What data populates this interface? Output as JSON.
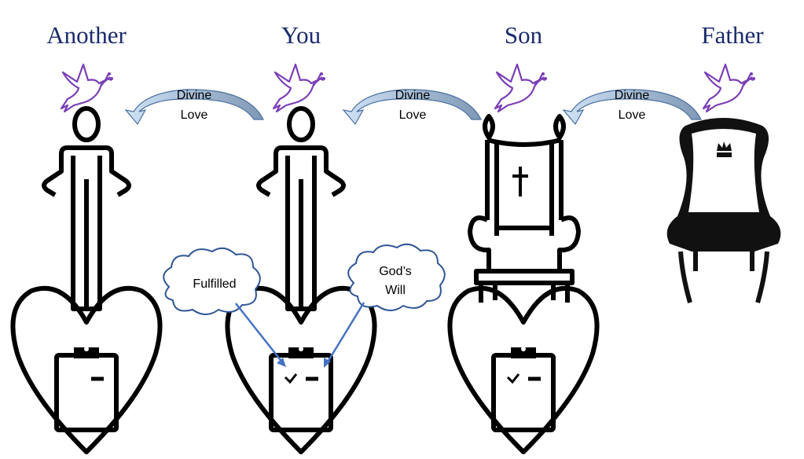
{
  "columns": [
    {
      "title": "Another"
    },
    {
      "title": "You"
    },
    {
      "title": "Son"
    },
    {
      "title": "Father"
    }
  ],
  "arrows": [
    {
      "line1": "Divine",
      "line2": "Love"
    },
    {
      "line1": "Divine",
      "line2": "Love"
    },
    {
      "line1": "Divine",
      "line2": "Love"
    }
  ],
  "clouds": {
    "left": {
      "line1": "Fulfilled"
    },
    "right": {
      "line1": "God’s",
      "line2": "Will"
    }
  },
  "colors": {
    "title": "#1a2a6c",
    "dove": "#7a3fb5",
    "arrow": "#9fbfe0",
    "cloud": "#2f5597",
    "pointer": "#4472c4"
  }
}
